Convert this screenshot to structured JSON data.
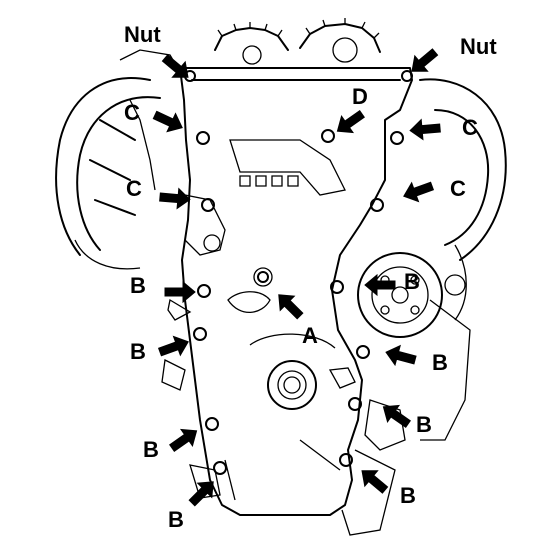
{
  "labels": {
    "nut_left": "Nut",
    "nut_right": "Nut",
    "d": "D",
    "c_top_left": "C",
    "c_top_right": "C",
    "c_mid_left": "C",
    "c_mid_right": "C",
    "a": "A",
    "b_1": "B",
    "b_2": "B",
    "b_3": "B",
    "b_4": "B",
    "b_5": "B",
    "b_6": "B",
    "b_7": "B",
    "b_8": "B"
  }
}
